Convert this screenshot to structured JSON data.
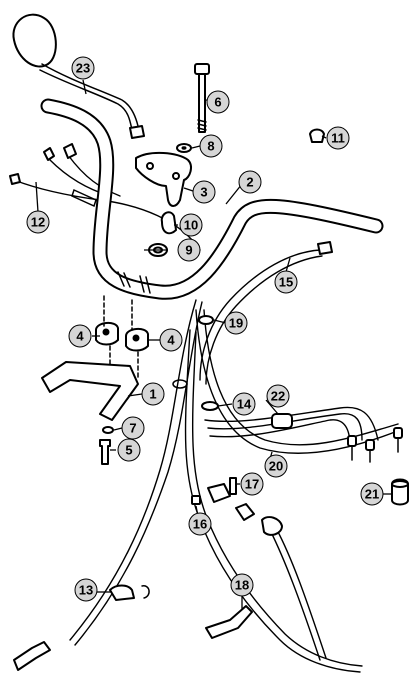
{
  "callouts": [
    {
      "id": "c1",
      "label": "1"
    },
    {
      "id": "c2",
      "label": "2"
    },
    {
      "id": "c3",
      "label": "3"
    },
    {
      "id": "c4a",
      "label": "4"
    },
    {
      "id": "c4b",
      "label": "4"
    },
    {
      "id": "c5",
      "label": "5"
    },
    {
      "id": "c6",
      "label": "6"
    },
    {
      "id": "c7",
      "label": "7"
    },
    {
      "id": "c8",
      "label": "8"
    },
    {
      "id": "c9",
      "label": "9"
    },
    {
      "id": "c10",
      "label": "10"
    },
    {
      "id": "c11",
      "label": "11"
    },
    {
      "id": "c12",
      "label": "12"
    },
    {
      "id": "c13",
      "label": "13"
    },
    {
      "id": "c14",
      "label": "14"
    },
    {
      "id": "c15",
      "label": "15"
    },
    {
      "id": "c16",
      "label": "16"
    },
    {
      "id": "c17",
      "label": "17"
    },
    {
      "id": "c18",
      "label": "18"
    },
    {
      "id": "c19",
      "label": "19"
    },
    {
      "id": "c20",
      "label": "20"
    },
    {
      "id": "c21",
      "label": "21"
    },
    {
      "id": "c22",
      "label": "22"
    },
    {
      "id": "c23",
      "label": "23"
    }
  ],
  "colors": {
    "line": "#000000",
    "callout_fill": "#d6d6d6",
    "background": "#ffffff"
  }
}
